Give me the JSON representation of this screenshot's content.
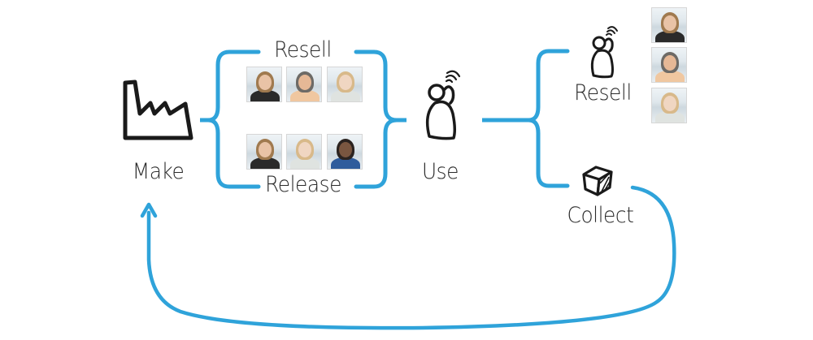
{
  "diagram": {
    "title": "Product lifecycle loop",
    "accent_color": "#2fa3da",
    "stroke_color": "#1a1a1a",
    "nodes": {
      "make": {
        "label": "Make",
        "icon": "factory-icon"
      },
      "resell_group": {
        "label": "Resell",
        "people": [
          "woman-smiling",
          "man-pointing",
          "woman-blonde"
        ]
      },
      "release_group": {
        "label": "Release",
        "people": [
          "woman-smiling",
          "woman-blonde",
          "man-blue-shirt"
        ]
      },
      "use": {
        "label": "Use",
        "icon": "person-phone-icon"
      },
      "resell_end": {
        "label": "Resell",
        "icon": "person-phone-icon",
        "people": [
          "woman-smiling",
          "man-pointing",
          "woman-blonde"
        ]
      },
      "collect": {
        "label": "Collect",
        "icon": "box-icon"
      }
    },
    "connections": [
      {
        "from": "Make",
        "to": "Resell / Release"
      },
      {
        "from": "Resell / Release",
        "to": "Use"
      },
      {
        "from": "Use",
        "to": "Resell"
      },
      {
        "from": "Use",
        "to": "Collect"
      },
      {
        "from": "Collect",
        "to": "Make"
      }
    ]
  },
  "people_styles": {
    "woman-smiling": {
      "hair": "#a07a4f",
      "skin": "#e9c3a6",
      "shirt": "#2a2a2a"
    },
    "man-pointing": {
      "hair": "#6d6a66",
      "skin": "#e6b896",
      "shirt": "#f0c7a0"
    },
    "woman-blonde": {
      "hair": "#d8b98a",
      "skin": "#f0d6c2",
      "shirt": "#dfe3e0"
    },
    "man-blue-shirt": {
      "hair": "#2b2320",
      "skin": "#7a5640",
      "shirt": "#2f5c9c"
    }
  }
}
